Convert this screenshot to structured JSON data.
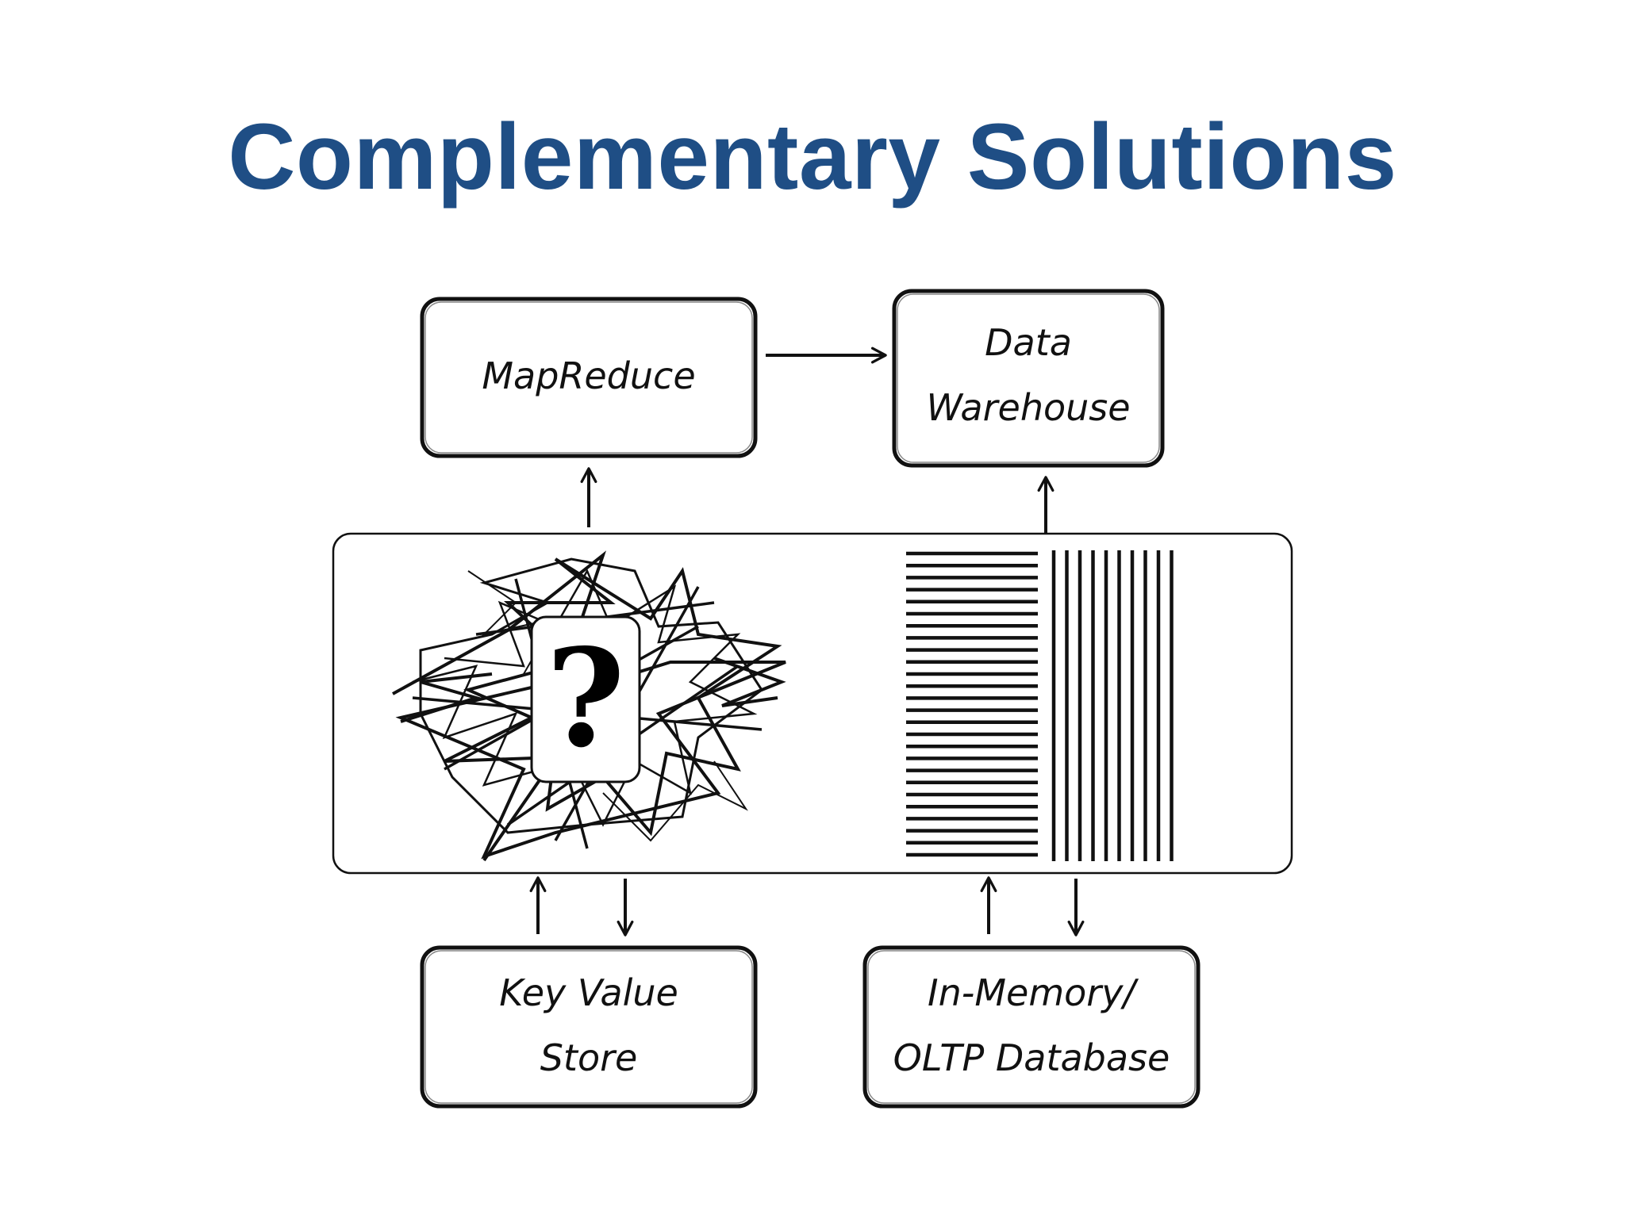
{
  "slide": {
    "title": "Complementary Solutions",
    "title_color": "#1f4e85"
  },
  "diagram": {
    "nodes": {
      "mapreduce": {
        "label_lines": [
          "MapReduce"
        ]
      },
      "data_warehouse": {
        "label_lines": [
          "Data",
          "Warehouse"
        ]
      },
      "key_value_store": {
        "label_lines": [
          "Key Value",
          "Store"
        ]
      },
      "in_memory_oltp": {
        "label_lines": [
          "In-Memory/",
          "OLTP Database"
        ]
      }
    },
    "central_panel": {
      "left_graphic": "tangled-unstructured-data-icon",
      "left_symbol": "?",
      "right_graphic": "structured-rows-columns-icon"
    },
    "edges": [
      {
        "from": "mapreduce",
        "to": "data_warehouse"
      },
      {
        "from": "central_panel",
        "to": "mapreduce"
      },
      {
        "from": "central_panel",
        "to": "data_warehouse"
      },
      {
        "from": "key_value_store",
        "to": "central_panel"
      },
      {
        "from": "central_panel",
        "to": "key_value_store"
      },
      {
        "from": "in_memory_oltp",
        "to": "central_panel"
      },
      {
        "from": "central_panel",
        "to": "in_memory_oltp"
      }
    ],
    "stroke_color": "#111111"
  }
}
